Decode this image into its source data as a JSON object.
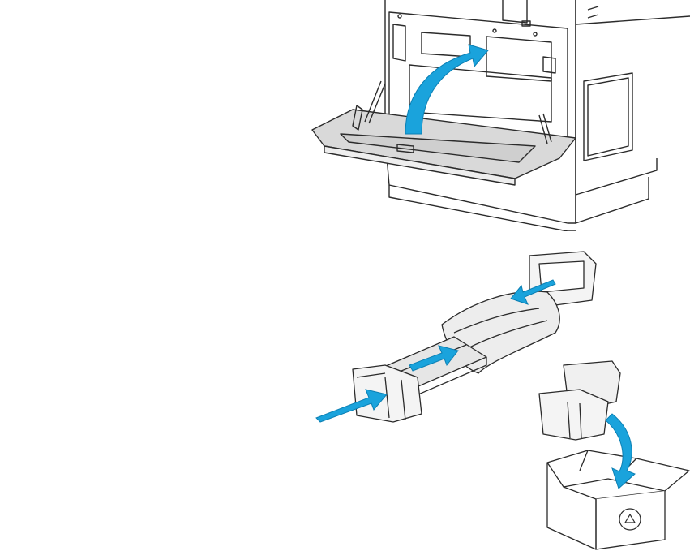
{
  "colors": {
    "arrow": "#1aa3dc",
    "arrow_edge": "#0b7fb3",
    "line": "#2b2b2b",
    "door_fill": "#d9d9d9",
    "cartridge_fill": "#e6e6e6",
    "link": "#1a73e8"
  },
  "steps": [
    {
      "id": "close-front-door",
      "icon": "curved-up-arrow-icon"
    },
    {
      "id": "pack-used-cartridge",
      "icon": "push-arrow-icon"
    },
    {
      "id": "drop-into-box",
      "icon": "down-curved-arrow-icon"
    }
  ],
  "recycle_symbol": "recycle-icon"
}
